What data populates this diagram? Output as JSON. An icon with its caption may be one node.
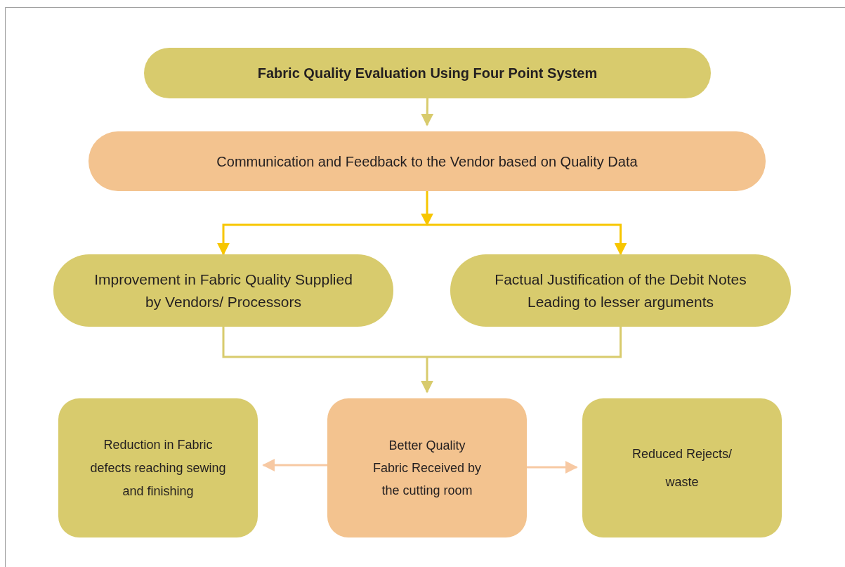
{
  "diagram": {
    "nodes": [
      {
        "text": [
          "Fabric Quality Evaluation Using Four Point System"
        ]
      },
      {
        "text": [
          "Communication and Feedback to the Vendor based on Quality Data"
        ]
      },
      {
        "text": [
          "Improvement in Fabric Quality Supplied by Vendors/ Processors"
        ]
      },
      {
        "text": [
          "Factual Justification of the Debit Notes Leading to lesser arguments"
        ]
      },
      {
        "text": [
          "Reduction in Fabric defects reaching sewing and finishing"
        ]
      },
      {
        "text": [
          "Better Quality Fabric Received by the cutting room"
        ]
      },
      {
        "text": [
          "Reduced Rejects/ waste"
        ]
      }
    ],
    "edges": [
      {
        "from": 0,
        "to": 1,
        "arrow": "to",
        "color": "#d8cb6d"
      },
      {
        "from": 1,
        "to": 2,
        "arrow": "to",
        "color": "#f7c600"
      },
      {
        "from": 1,
        "to": 3,
        "arrow": "to",
        "color": "#f7c600"
      },
      {
        "from": 2,
        "to": 5,
        "arrow": "to",
        "color": "#d8cb6d"
      },
      {
        "from": 3,
        "to": 5,
        "arrow": "to",
        "color": "#d8cb6d"
      },
      {
        "from": 5,
        "to": 4,
        "arrow": "to",
        "color": "#f7c9a3"
      },
      {
        "from": 5,
        "to": 6,
        "arrow": "to",
        "color": "#f7c9a3"
      }
    ]
  }
}
